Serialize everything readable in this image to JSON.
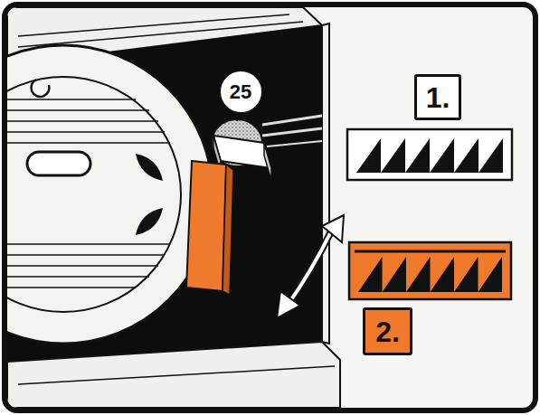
{
  "diagram": {
    "nodes": [
      {
        "text": [
          "25"
        ]
      },
      {
        "text": [
          "1."
        ]
      },
      {
        "text": [
          "2."
        ]
      }
    ]
  }
}
